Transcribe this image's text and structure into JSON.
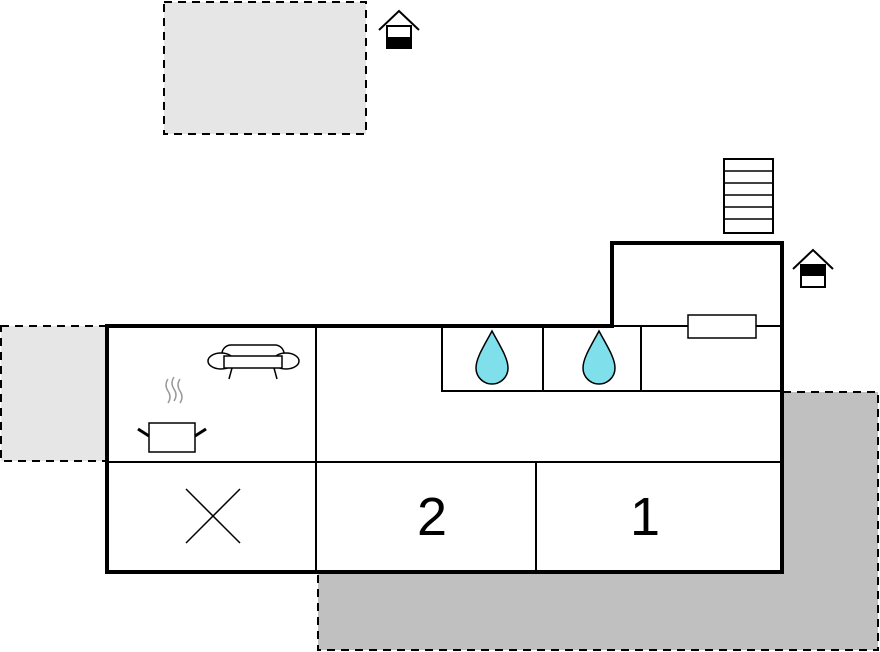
{
  "floorplan": {
    "rooms": [
      {
        "id": "bedroom-2",
        "label": "2"
      },
      {
        "id": "bedroom-1",
        "label": "1"
      }
    ],
    "icons": {
      "entrance_top": "house-entrance-icon",
      "entrance_right": "house-entrance-icon",
      "stairs": "stairs-icon",
      "sofa": "sofa-icon",
      "cooking_pot": "cooking-pot-icon",
      "water_drops": [
        "water-drop-icon",
        "water-drop-icon"
      ],
      "radiator": "radiator-icon",
      "closed_room": "cross-icon"
    },
    "colors": {
      "walls": "#000000",
      "terrace_light": "#e6e6e6",
      "terrace_dark": "#c0c0c0",
      "water": "#7fdfeb"
    }
  }
}
